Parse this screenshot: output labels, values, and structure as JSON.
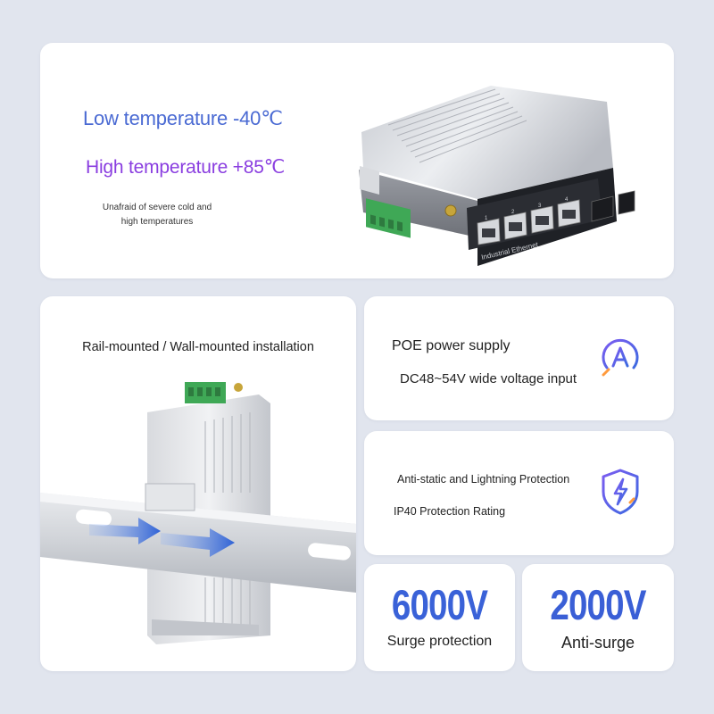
{
  "temperature": {
    "low": "Low temperature -40℃",
    "high": "High temperature +85℃",
    "note_line1": "Unafraid of severe cold and",
    "note_line2": "high temperatures",
    "device_label": "Industrial Ethernet",
    "port_numbers": [
      "1",
      "2",
      "3",
      "4"
    ]
  },
  "mounting": {
    "title": "Rail-mounted / Wall-mounted installation"
  },
  "poe": {
    "title": "POE power supply",
    "subtitle": "DC48~54V wide voltage input",
    "icon": "power-a-icon"
  },
  "protection": {
    "line1": "Anti-static and Lightning Protection",
    "line2": "IP40 Protection Rating",
    "icon": "lightning-shield-icon"
  },
  "surge": {
    "value": "6000V",
    "caption": "Surge protection"
  },
  "antisurge": {
    "value": "2000V",
    "caption": "Anti-surge"
  },
  "colors": {
    "blue": "#4a6ad3",
    "purple": "#8a3ee0",
    "background": "#e1e5ee"
  }
}
